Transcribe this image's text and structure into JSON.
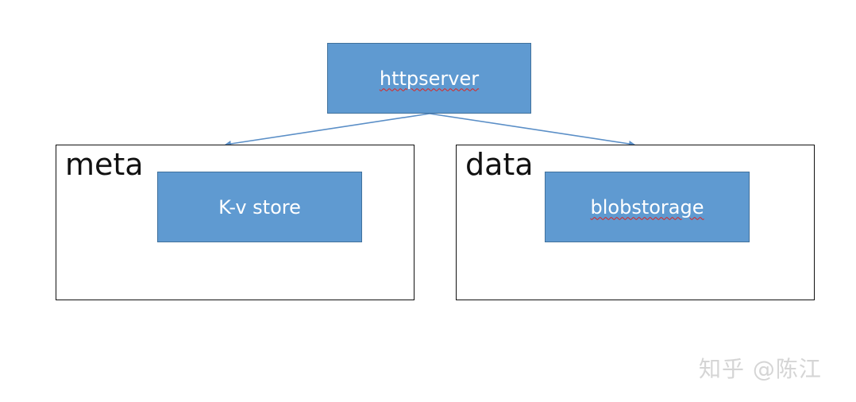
{
  "diagram": {
    "top_node": {
      "label": "httpserver",
      "spellcheck_underline": true
    },
    "meta_box": {
      "label": "meta",
      "node": {
        "label": "K-v store",
        "spellcheck_underline": false
      }
    },
    "data_box": {
      "label": "data",
      "node": {
        "label": "blobstorage",
        "spellcheck_underline": true
      }
    },
    "edges": [
      {
        "from": "httpserver",
        "to": "meta"
      },
      {
        "from": "httpserver",
        "to": "data"
      }
    ],
    "colors": {
      "node_fill": "#5f9ad1",
      "node_border": "#41719c",
      "arrow": "#5b8fc7",
      "spellcheck": "#e0221b"
    }
  },
  "watermark": {
    "text": "知乎 @陈江"
  }
}
